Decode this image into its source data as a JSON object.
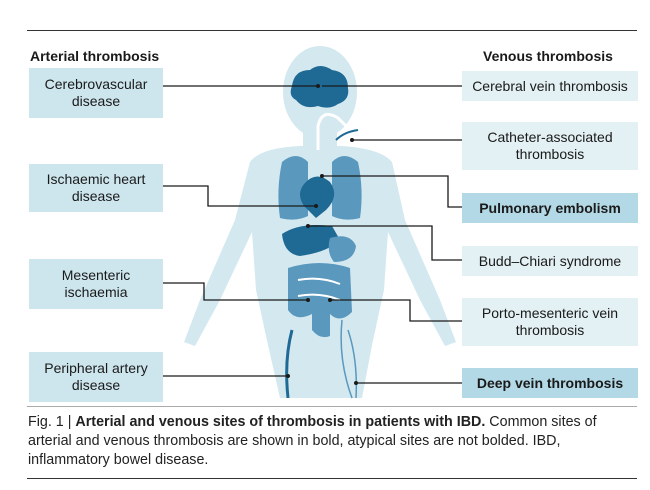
{
  "headings": {
    "arterial": "Arterial thrombosis",
    "venous": "Venous thrombosis"
  },
  "arterial_sites": [
    {
      "label": "Cerebrovascular disease"
    },
    {
      "label": "Ischaemic heart disease"
    },
    {
      "label": "Mesenteric ischaemia"
    },
    {
      "label": "Peripheral artery disease"
    }
  ],
  "venous_sites": [
    {
      "label": "Cerebral vein thrombosis",
      "bold": false
    },
    {
      "label": "Catheter-associated thrombosis",
      "bold": false
    },
    {
      "label": "Pulmonary embolism",
      "bold": true
    },
    {
      "label": "Budd–Chiari syndrome",
      "bold": false
    },
    {
      "label": "Porto-mesenteric vein thrombosis",
      "bold": false
    },
    {
      "label": "Deep vein thrombosis",
      "bold": true
    }
  ],
  "caption": {
    "fig": "Fig. 1 | ",
    "title": "Arterial and venous sites of thrombosis in patients with IBD.",
    "text": " Common sites of arterial and venous thrombosis are shown in bold, atypical sites are not bolded. IBD, inflammatory bowel disease."
  },
  "colors": {
    "box": "#cde6ee",
    "box_light": "#e3f0f4",
    "box_bold": "#b3d9e6",
    "body": "#cfe5ee",
    "organ": "#1f6a95",
    "lung": "#5a98bd",
    "vein": "#3b7fa6"
  }
}
